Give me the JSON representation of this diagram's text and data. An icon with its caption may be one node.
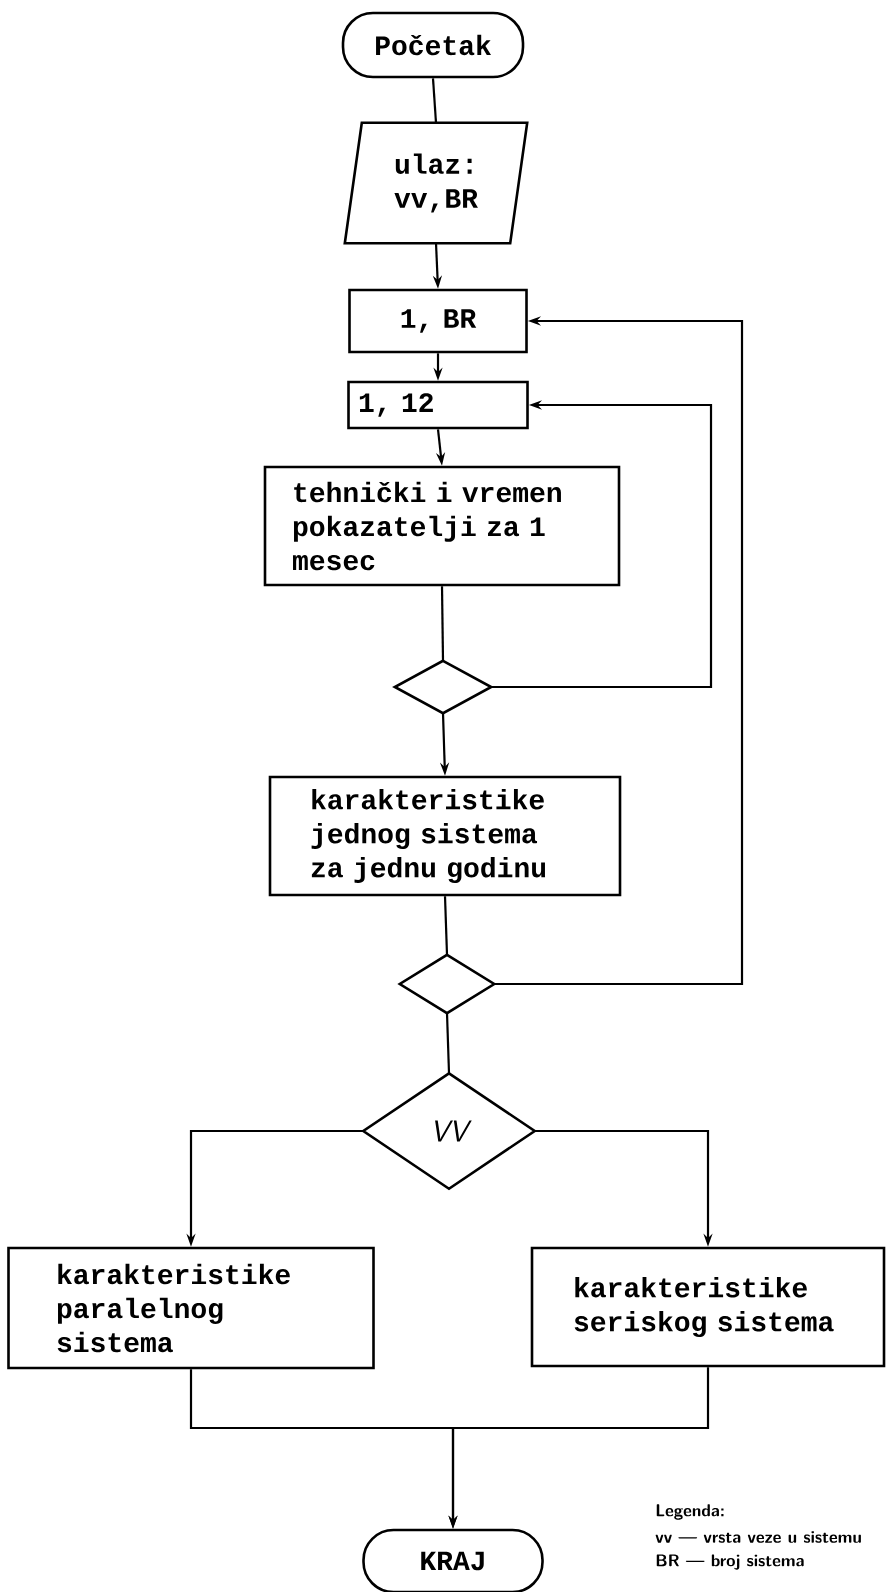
{
  "diagram": {
    "nodes": [
      {
        "text": [
          "Početak"
        ]
      },
      {
        "text": [
          "ulaz: vv,BR"
        ]
      },
      {
        "text": [
          "1, BR"
        ]
      },
      {
        "text": [
          "1, 12"
        ]
      },
      {
        "text": [
          "tehnički i vremen pokazatelji za 1 mesec"
        ]
      },
      {
        "text": [],
        "shape": "diamond"
      },
      {
        "text": [
          "karakteristike jednog sistema za jednu godinu"
        ]
      },
      {
        "text": [],
        "shape": "diamond"
      },
      {
        "text": [
          "VV"
        ]
      },
      {
        "text": [
          "karakteristike paralelnog sistema"
        ]
      },
      {
        "text": [
          "karakteristike seriskog sistema"
        ]
      },
      {
        "text": [
          "KRAJ"
        ]
      }
    ],
    "edges": [
      {
        "from": 0,
        "to": 1,
        "arrow": "none"
      },
      {
        "from": 1,
        "to": 2,
        "arrow": "to"
      },
      {
        "from": 2,
        "to": 3,
        "arrow": "to"
      },
      {
        "from": 3,
        "to": 4,
        "arrow": "to"
      },
      {
        "from": 4,
        "to": 5,
        "arrow": "none"
      },
      {
        "from": 5,
        "to": 3,
        "arrow": "to"
      },
      {
        "from": 5,
        "to": 6,
        "arrow": "to"
      },
      {
        "from": 6,
        "to": 7,
        "arrow": "none"
      },
      {
        "from": 7,
        "to": 2,
        "arrow": "to"
      },
      {
        "from": 7,
        "to": 8,
        "arrow": "none"
      },
      {
        "from": 8,
        "to": 9,
        "arrow": "to"
      },
      {
        "from": 8,
        "to": 10,
        "arrow": "to"
      },
      {
        "from": 9,
        "to": 11,
        "arrow": "to"
      },
      {
        "from": 10,
        "to": 11,
        "arrow": "to"
      }
    ],
    "labels": [
      "Legenda:",
      "vv — vrsta veze u sistemu",
      "BR — broj sistema"
    ]
  }
}
